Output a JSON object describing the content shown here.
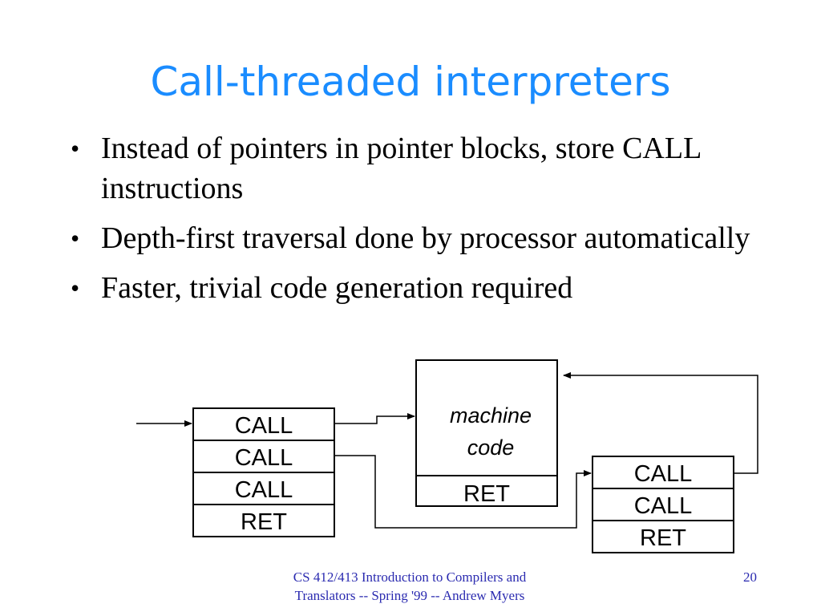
{
  "slide": {
    "title": "Call-threaded interpreters",
    "bullets": [
      "Instead of pointers in pointer blocks, store CALL instructions",
      "Depth-first traversal done by processor automatically",
      "Faster, trivial code generation required"
    ],
    "bullet_glyph": "•",
    "footer": "CS 412/413 Introduction to Compilers and Translators -- Spring '99 -- Andrew Myers",
    "page_number": "20"
  },
  "diagram": {
    "left_block": [
      "CALL",
      "CALL",
      "CALL",
      "RET"
    ],
    "machine_code": {
      "label_line1": "machine",
      "label_line2": "code",
      "bottom": "RET"
    },
    "right_block": [
      "CALL",
      "CALL",
      "RET"
    ]
  }
}
